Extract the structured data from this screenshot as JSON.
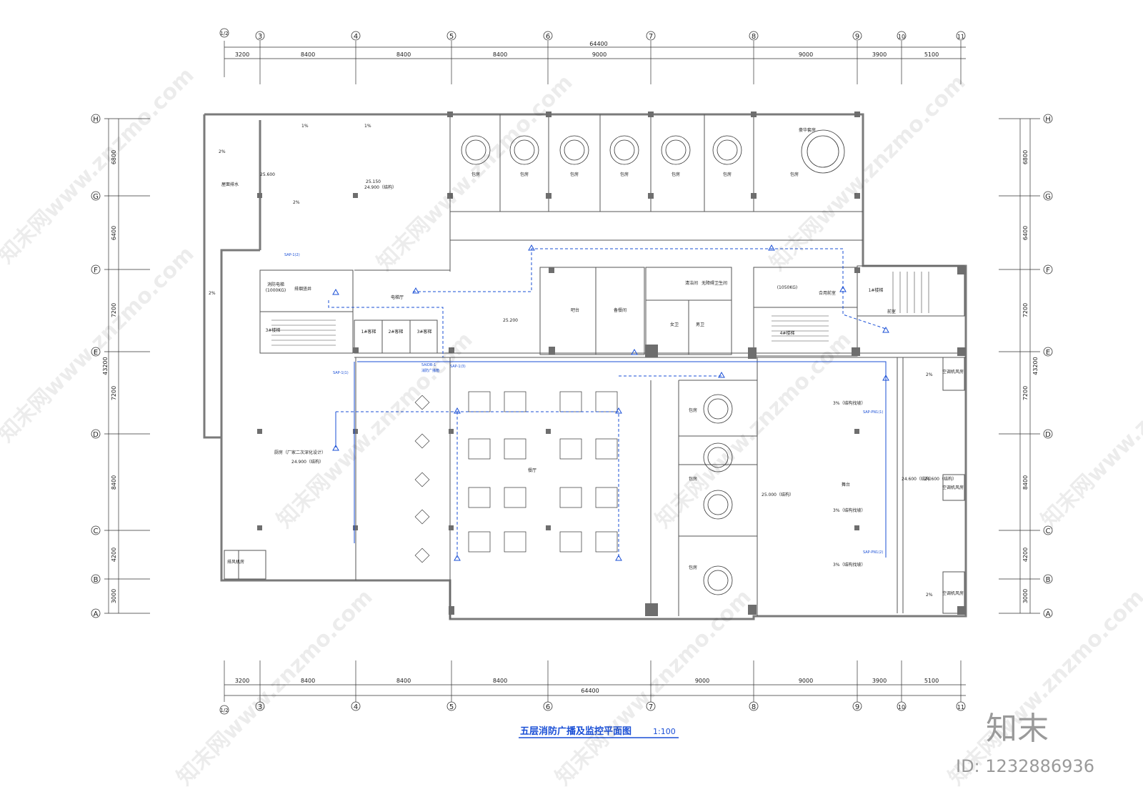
{
  "title": {
    "main": "五层消防广播及监控平面图",
    "scale": "1:100"
  },
  "top_axes": [
    "1/2",
    "3",
    "4",
    "5",
    "6",
    "7",
    "8",
    "9",
    "10",
    "11"
  ],
  "bottom_axes": [
    "1/2",
    "3",
    "4",
    "5",
    "6",
    "7",
    "8",
    "9",
    "10",
    "11"
  ],
  "side_axes": [
    "H",
    "G",
    "F",
    "E",
    "D",
    "C",
    "B",
    "A"
  ],
  "top_dims": [
    "3200",
    "8400",
    "8400",
    "8400",
    "9000",
    "9000",
    "3900",
    "5100"
  ],
  "top_total": "64400",
  "bottom_dims": [
    "3200",
    "8400",
    "8400",
    "9000",
    "9000",
    "3900",
    "5100"
  ],
  "bottom_total": "64400",
  "left_dims": [
    "6800",
    "6400",
    "7200",
    "7200",
    "8400",
    "4200",
    "3000"
  ],
  "left_total": "43200",
  "right_dims": [
    "6800",
    "6400",
    "7200",
    "7200",
    "8400",
    "4200",
    "3000"
  ],
  "right_total": "43200",
  "rooms": {
    "private_room": "包房",
    "vip_room": "豪华套房",
    "dining_hall": "餐厅",
    "kitchen": "厨房（厂家二次深化设计）",
    "bar": "吧台",
    "prep_room": "备餐间",
    "elevator_hall": "电梯厅",
    "stair_3": "3#楼梯",
    "stair_4": "4#楼梯",
    "stair_1": "1#楼梯",
    "smoke_shaft": "排烟竖井",
    "lift_1": "1#客梯",
    "lift_2": "2#客梯",
    "lift_3": "3#客梯",
    "lift_mach": "消防电梯",
    "freight": "(1000KG)",
    "freight_4": "(1050KG)",
    "mens": "男卫",
    "womens": "女卫",
    "accessible": "无障碍卫生间",
    "tool_room": "清洁间",
    "stage": "舞台",
    "fan_room": "空调机风房",
    "exhaust_room": "排风机房",
    "sprinkler_room": "前室",
    "duty_room": "合用前室"
  },
  "levels": {
    "l1": "25.600",
    "l2": "25.150",
    "l3": "24.900（结构）",
    "l4": "24.900（结构）",
    "l5": "25.200",
    "l6": "25.000（结构）",
    "l7": "24.600（结构）",
    "l8": "24.600（结构）",
    "roof_note": "屋面排水",
    "slope_1": "1%",
    "slope_2": "2%",
    "slope_3": "3%（结构找坡）"
  },
  "blue_tags": {
    "t1": "SAP-1(1)",
    "t2": "SAP-1(2)",
    "t3": "SAP-1(3)",
    "t4": "SAP-PN1(1)",
    "t5": "SAP-PN1(2)",
    "t6": "5AIDB-1",
    "t7": "消防广播箱"
  },
  "watermark": {
    "text": "知末网www.znzmo.com",
    "logo": "知末",
    "id": "ID: 1232886936"
  },
  "colors": {
    "wall": "#7a7a7a",
    "line": "#1a1a1a",
    "blue": "#1a4fd6",
    "column": "#6e6e6e"
  }
}
